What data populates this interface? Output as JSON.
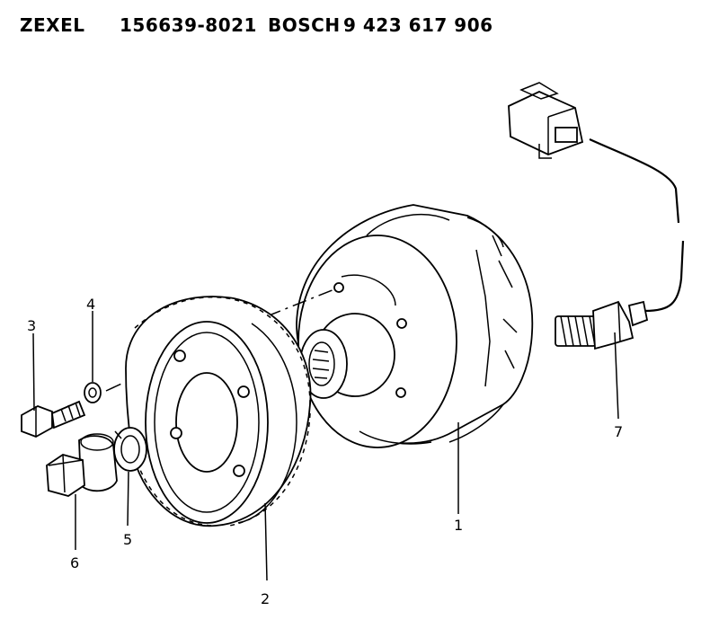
{
  "header": {
    "maker_1": "ZEXEL",
    "part_no_1": "156639-8021",
    "maker_2": "BOSCH",
    "part_no_2": "9 423 617 906"
  },
  "callouts": [
    "1",
    "2",
    "3",
    "4",
    "5",
    "6",
    "7"
  ]
}
